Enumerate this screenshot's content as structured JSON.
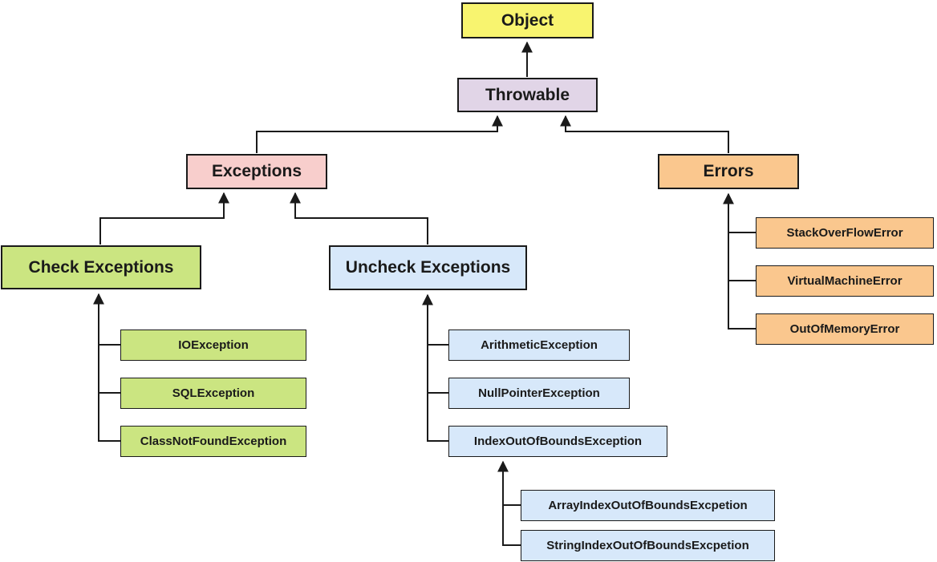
{
  "diagram": {
    "description": "Java exception hierarchy diagram",
    "edge_color": "#1A1A1A",
    "text_color": "#1A1A1A",
    "nodes": {
      "object": {
        "label": "Object",
        "fill": "#F8F46F"
      },
      "throwable": {
        "label": "Throwable",
        "fill": "#E1D5E7"
      },
      "exceptions": {
        "label": "Exceptions",
        "fill": "#F8CECC"
      },
      "errors": {
        "label": "Errors",
        "fill": "#FAC78E"
      },
      "check_exceptions": {
        "label": "Check Exceptions",
        "fill": "#CBE581"
      },
      "uncheck_exceptions": {
        "label": "Uncheck Exceptions",
        "fill": "#D7E8FA"
      },
      "io_exception": {
        "label": "IOException",
        "fill": "#CBE581"
      },
      "sql_exception": {
        "label": "SQLException",
        "fill": "#CBE581"
      },
      "class_not_found": {
        "label": "ClassNotFoundException",
        "fill": "#CBE581"
      },
      "arithmetic": {
        "label": "ArithmeticException",
        "fill": "#D7E8FA"
      },
      "null_pointer": {
        "label": "NullPointerException",
        "fill": "#D7E8FA"
      },
      "index_out_of_bounds": {
        "label": "IndexOutOfBoundsException",
        "fill": "#D7E8FA"
      },
      "array_index_oob": {
        "label": "ArrayIndexOutOfBoundsExcpetion",
        "fill": "#D7E8FA"
      },
      "string_index_oob": {
        "label": "StringIndexOutOfBoundsExcpetion",
        "fill": "#D7E8FA"
      },
      "stack_overflow": {
        "label": "StackOverFlowError",
        "fill": "#FAC78E"
      },
      "virtual_machine": {
        "label": "VirtualMachineError",
        "fill": "#FAC78E"
      },
      "out_of_memory": {
        "label": "OutOfMemoryError",
        "fill": "#FAC78E"
      }
    },
    "edges": [
      {
        "from": "Throwable",
        "to": "Object"
      },
      {
        "from": "Exceptions",
        "to": "Throwable"
      },
      {
        "from": "Errors",
        "to": "Throwable"
      },
      {
        "from": "Check Exceptions",
        "to": "Exceptions"
      },
      {
        "from": "Uncheck Exceptions",
        "to": "Exceptions"
      },
      {
        "from": "IOException",
        "to": "Check Exceptions"
      },
      {
        "from": "SQLException",
        "to": "Check Exceptions"
      },
      {
        "from": "ClassNotFoundException",
        "to": "Check Exceptions"
      },
      {
        "from": "ArithmeticException",
        "to": "Uncheck Exceptions"
      },
      {
        "from": "NullPointerException",
        "to": "Uncheck Exceptions"
      },
      {
        "from": "IndexOutOfBoundsException",
        "to": "Uncheck Exceptions"
      },
      {
        "from": "ArrayIndexOutOfBoundsExcpetion",
        "to": "IndexOutOfBoundsException"
      },
      {
        "from": "StringIndexOutOfBoundsExcpetion",
        "to": "IndexOutOfBoundsException"
      },
      {
        "from": "StackOverFlowError",
        "to": "Errors"
      },
      {
        "from": "VirtualMachineError",
        "to": "Errors"
      },
      {
        "from": "OutOfMemoryError",
        "to": "Errors"
      }
    ]
  }
}
